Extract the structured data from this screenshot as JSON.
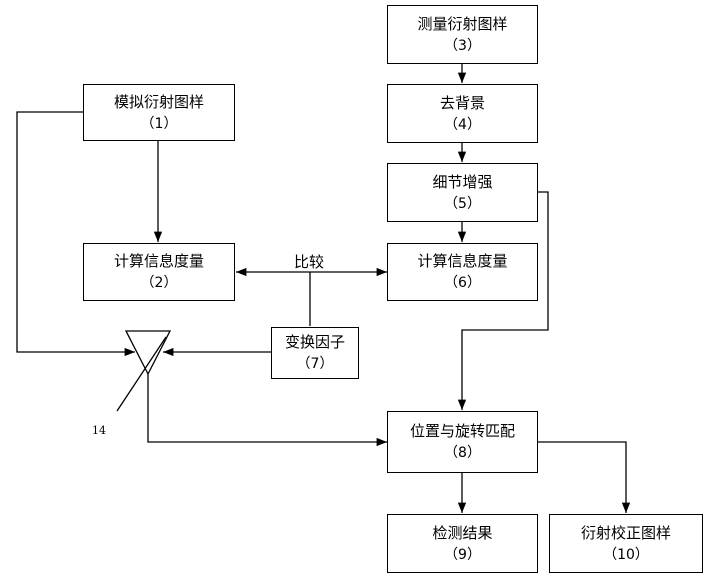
{
  "boxes": {
    "b1": {
      "label": "模拟衍射图样",
      "num": "（1）"
    },
    "b2": {
      "label": "计算信息度量",
      "num": "（2）"
    },
    "b3": {
      "label": "测量衍射图样",
      "num": "（3）"
    },
    "b4": {
      "label": "去背景",
      "num": "（4）"
    },
    "b5": {
      "label": "细节增强",
      "num": "（5）"
    },
    "b6": {
      "label": "计算信息度量",
      "num": "（6）"
    },
    "b7": {
      "label": "变换因子",
      "num": "（7）"
    },
    "b8": {
      "label": "位置与旋转匹配",
      "num": "（8）"
    },
    "b9": {
      "label": "检测结果",
      "num": "（9）"
    },
    "b10": {
      "label": "衍射校正图样",
      "num": "（10）"
    }
  },
  "labels": {
    "compare": "比较",
    "ref14": "14"
  }
}
